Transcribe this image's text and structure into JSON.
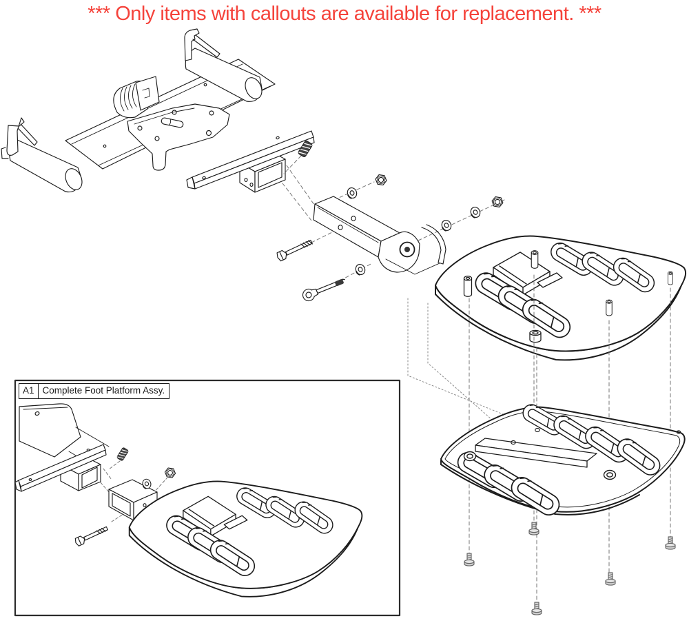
{
  "notice": {
    "text": "*** Only items with callouts are available for replacement. ***",
    "color": "#f5433b"
  },
  "callout": {
    "id": "A1",
    "label": "Complete Foot Platform Assy."
  },
  "diagram": {
    "type": "exploded-parts-drawing",
    "line_color": "#1c1c1c",
    "background_color": "#ffffff",
    "parts_shown": [
      "frame-bracket-assembly",
      "hitch-crossbar-with-receiver",
      "spring-pin",
      "mounting-arm-with-pivot",
      "hex-bolt",
      "socket-head-bolt",
      "washers",
      "nuts",
      "foot-platform-top",
      "foot-platform-base-plate",
      "mounting-screws"
    ],
    "mounting_screw_count": 5,
    "inset": {
      "description": "boxed detail view of complete foot platform assembly",
      "callout_ref": "A1"
    }
  }
}
